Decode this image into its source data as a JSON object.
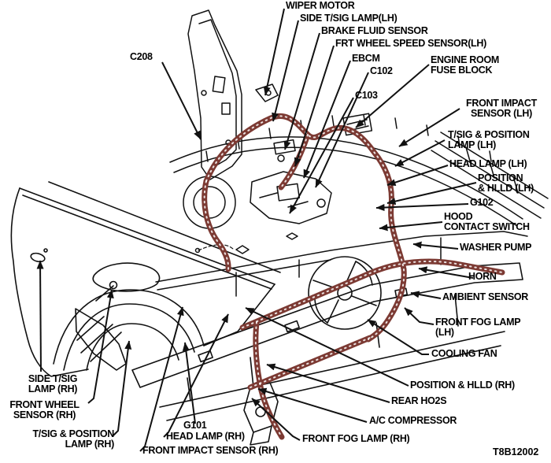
{
  "diagram": {
    "figure_code": "T8B12002",
    "colors": {
      "harness": "#7c3a33",
      "line_art": "#111111",
      "label_text": "#000000",
      "background": "#ffffff"
    },
    "labels": [
      {
        "id": "wiper-motor",
        "text": "WIPER MOTOR"
      },
      {
        "id": "side-tsig-lamp-lh",
        "text": "SIDE T/SIG LAMP(LH)"
      },
      {
        "id": "brake-fluid-sensor",
        "text": "BRAKE FLUID SENSOR"
      },
      {
        "id": "frt-wheel-speed-sensor-lh",
        "text": "FRT WHEEL SPEED SENSOR(LH)"
      },
      {
        "id": "ebcm",
        "text": "EBCM"
      },
      {
        "id": "c102",
        "text": "C102"
      },
      {
        "id": "engine-room-fuse-block",
        "text": "ENGINE ROOM\nFUSE BLOCK"
      },
      {
        "id": "c103",
        "text": "C103"
      },
      {
        "id": "c208",
        "text": "C208"
      },
      {
        "id": "front-impact-sensor-lh",
        "text": "FRONT IMPACT\nSENSOR (LH)"
      },
      {
        "id": "tsig-position-lamp-lh",
        "text": "T/SIG & POSITION\nLAMP (LH)"
      },
      {
        "id": "head-lamp-lh",
        "text": "HEAD LAMP (LH)"
      },
      {
        "id": "position-hlld-lh",
        "text": "POSITION\n& HLLD (LH)"
      },
      {
        "id": "g102",
        "text": "G102"
      },
      {
        "id": "hood-contact-switch",
        "text": "HOOD\nCONTACT SWITCH"
      },
      {
        "id": "washer-pump",
        "text": "WASHER PUMP"
      },
      {
        "id": "horn",
        "text": "HORN"
      },
      {
        "id": "ambient-sensor",
        "text": "AMBIENT SENSOR"
      },
      {
        "id": "front-fog-lamp-lh",
        "text": "FRONT FOG LAMP\n(LH)"
      },
      {
        "id": "cooling-fan",
        "text": "COOLING FAN"
      },
      {
        "id": "position-hlld-rh",
        "text": "POSITION & HLLD (RH)"
      },
      {
        "id": "rear-ho2s",
        "text": "REAR HO2S"
      },
      {
        "id": "ac-compressor",
        "text": "A/C COMPRESSOR"
      },
      {
        "id": "front-fog-lamp-rh",
        "text": "FRONT FOG LAMP (RH)"
      },
      {
        "id": "side-tsig-lamp-rh",
        "text": "SIDE T/SIG\nLAMP (RH)"
      },
      {
        "id": "front-wheel-sensor-rh",
        "text": "FRONT WHEEL\nSENSOR (RH)"
      },
      {
        "id": "tsig-position-lamp-rh",
        "text": "T/SIG & POSITION\nLAMP (RH)"
      },
      {
        "id": "g101",
        "text": "G101"
      },
      {
        "id": "head-lamp-rh",
        "text": "HEAD LAMP (RH)"
      },
      {
        "id": "front-impact-sensor-rh",
        "text": "FRONT IMPACT SENSOR (RH)"
      }
    ]
  }
}
